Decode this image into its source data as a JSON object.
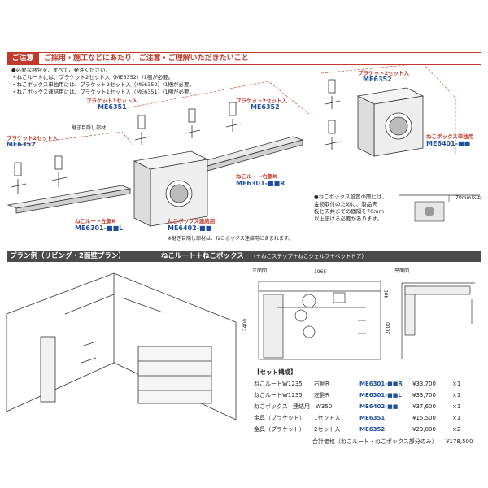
{
  "caution": {
    "tag": "ご注意",
    "heading": "ご採用・施工などにあたり、ご注意・ご理解いただきたいこと"
  },
  "notes": [
    "●必要な梱包を、すべてご発注ください。",
    "・ねこルートには、ブラケット2セット入（ME6352）/1梱が必要。",
    "・ねこボックス単独用には、ブラケット2セット入（ME6352）/1梱が必要。",
    "・ねこボックス連結用には、ブラケット1セット入（ME6351）/1梱が必要。"
  ],
  "products": {
    "bracket2_left": {
      "label": "ブラケット2セット入",
      "code": "ME6352"
    },
    "bracket1": {
      "label": "ブラケット1セット入",
      "code": "ME6351"
    },
    "bracket2_mid": {
      "label": "ブラケット2セット入",
      "code": "ME6352"
    },
    "bracket2_right": {
      "label": "ブラケット2セット入",
      "code": "ME6352"
    },
    "route_left": {
      "label": "ねこルート左側R",
      "code": "ME6301-■■L"
    },
    "route_right": {
      "label": "ねこルート右側R",
      "code": "ME6301-■■R"
    },
    "box_link": {
      "label": "ねこボックス連結用",
      "code": "ME6402-■■"
    },
    "box_single": {
      "label": "ねこボックス単独用",
      "code": "ME6401-■■"
    },
    "eye_joint": "継ぎ目隠し部材",
    "eye_joint_note": "※継ぎ目隠し部材は、ねこボックス連結用に含まれます。"
  },
  "box_note": {
    "lines": [
      "●ねこボックス設置の際には、",
      "金物取付のために、製品天",
      "板と天井までの間隔を70mm",
      "以上設ける必要があります。"
    ],
    "dimension": "70mm以上"
  },
  "plan": {
    "title": "プラン例（リビング・2面壁プラン）",
    "subtitle": "ねこルート＋ねこボックス",
    "sub_note": "（＋ねこステップ＋ねこシェルフ＋ペットドア）",
    "elevation_label": "立面図",
    "plan_label": "平面図",
    "dim_width": "1965",
    "dim_height": "2400",
    "dim_top": "400",
    "dim_side": "2000"
  },
  "set": {
    "title": "【セット構成】",
    "rows": [
      {
        "name": "ねこルートW1235",
        "spec": "右側R",
        "code": "ME6301-■■R",
        "price": "¥33,700",
        "qty": "×1"
      },
      {
        "name": "ねこルートW1235",
        "spec": "左側R",
        "code": "ME6301-■■L",
        "price": "¥33,700",
        "qty": "×1"
      },
      {
        "name": "ねこボックス",
        "spec": "連結用　W350",
        "code": "ME6402-■■",
        "price": "¥37,600",
        "qty": "×1"
      },
      {
        "name": "金具（ブラケット）",
        "spec": "1セット入",
        "code": "ME6351",
        "price": "¥15,500",
        "qty": "×1"
      },
      {
        "name": "金具（ブラケット）",
        "spec": "2セット入",
        "code": "ME6352",
        "price": "¥29,000",
        "qty": "×2"
      }
    ],
    "total_label": "合計価格（ねこルート・ねこボックス部分のみ）",
    "total": "¥178,500",
    "marker": "※"
  },
  "colors": {
    "accent": "#c0392b",
    "code_blue": "#1f4f9c",
    "dark_bar": "#4a4a4a"
  }
}
